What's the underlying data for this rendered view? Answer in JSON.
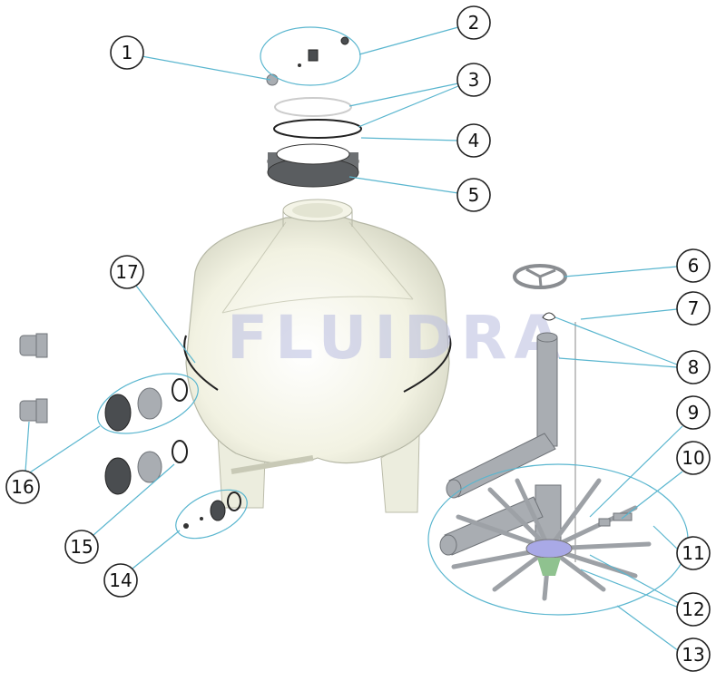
{
  "diagram": {
    "watermark": "FLUIDRA",
    "callouts": [
      "1",
      "2",
      "3",
      "4",
      "5",
      "6",
      "7",
      "8",
      "9",
      "10",
      "11",
      "12",
      "13",
      "14",
      "15",
      "16",
      "17"
    ],
    "colors": {
      "leader": "#5ab6cf",
      "tank": "#f1f1e3",
      "pipe": "#a9adb2",
      "collector": "#a9a9e6"
    }
  }
}
